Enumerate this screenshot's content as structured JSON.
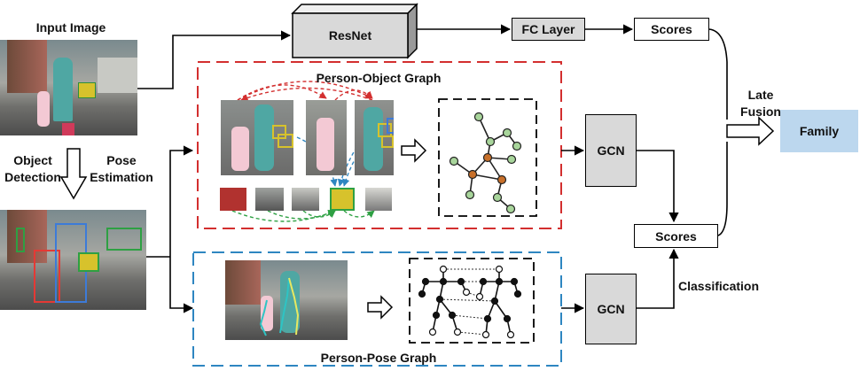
{
  "labels": {
    "input_image": "Input Image",
    "object_detection": "Object\nDetection",
    "pose_estimation": "Pose\nEstimation",
    "resnet": "ResNet",
    "fc_layer": "FC Layer",
    "scores_top": "Scores",
    "scores_mid": "Scores",
    "late_fusion": "Late\nFusion",
    "family": "Family",
    "person_object_graph": "Person-Object Graph",
    "person_pose_graph": "Person-Pose Graph",
    "gcn_top": "GCN",
    "gcn_bottom": "GCN",
    "classification": "Classification"
  },
  "colors": {
    "red_dash": "#d32f2f",
    "blue_dash": "#2e86c1",
    "green_dash": "#2ea043",
    "gray_box": "#d9d9d9",
    "family_box": "#bcd7ee",
    "node_green": "#a8d59b",
    "node_orange": "#c8702a"
  }
}
